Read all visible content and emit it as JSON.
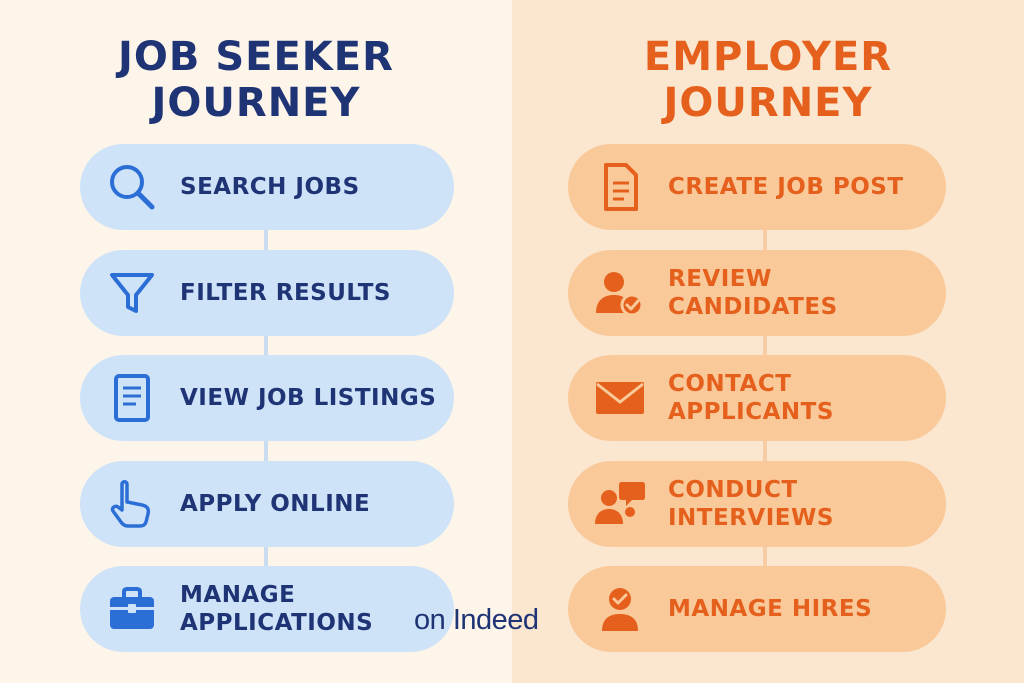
{
  "job_seeker": {
    "title_line1": "JOB SEEKER",
    "title_line2": "JOURNEY",
    "steps": [
      {
        "label": "SEARCH JOBS",
        "icon": "search-icon"
      },
      {
        "label": "FILTER RESULTS",
        "icon": "filter-icon"
      },
      {
        "label": "VIEW JOB LISTINGS",
        "icon": "document-icon"
      },
      {
        "label": "APPLY ONLINE",
        "icon": "pointer-hand-icon"
      },
      {
        "label_line1": "MANAGE",
        "label_line2": "APPLICATIONS",
        "icon": "briefcase-icon"
      }
    ],
    "accent_color": "#1f3475",
    "icon_color": "#2b6fd6",
    "pill_color": "#cfe3f8"
  },
  "employer": {
    "title_line1": "EMPLOYER",
    "title_line2": "JOURNEY",
    "steps": [
      {
        "label": "CREATE JOB POST",
        "icon": "document-icon"
      },
      {
        "label": "REVIEW CANDIDATES",
        "icon": "user-check-icon"
      },
      {
        "label": "CONTACT APPLICANTS",
        "icon": "envelope-icon"
      },
      {
        "label": "CONDUCT INTERVIEWS",
        "icon": "chat-users-icon"
      },
      {
        "label": "MANAGE HIRES",
        "icon": "user-badge-icon"
      }
    ],
    "accent_color": "#e5601c",
    "pill_color": "#f9c99a"
  },
  "overlay_text": "on Indeed"
}
